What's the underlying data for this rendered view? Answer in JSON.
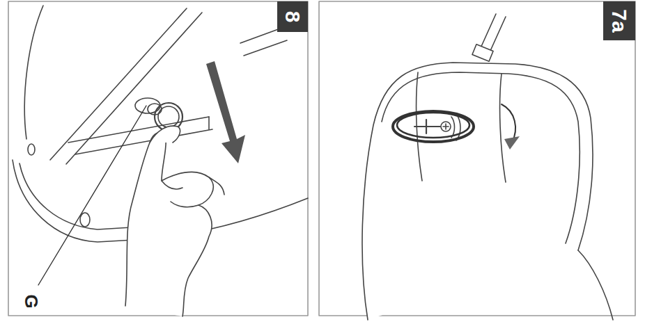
{
  "diagram": {
    "nodes": [
      {
        "text": [
          "8"
        ]
      },
      {
        "text": [
          "7a"
        ]
      }
    ],
    "labels": [
      "G"
    ]
  }
}
